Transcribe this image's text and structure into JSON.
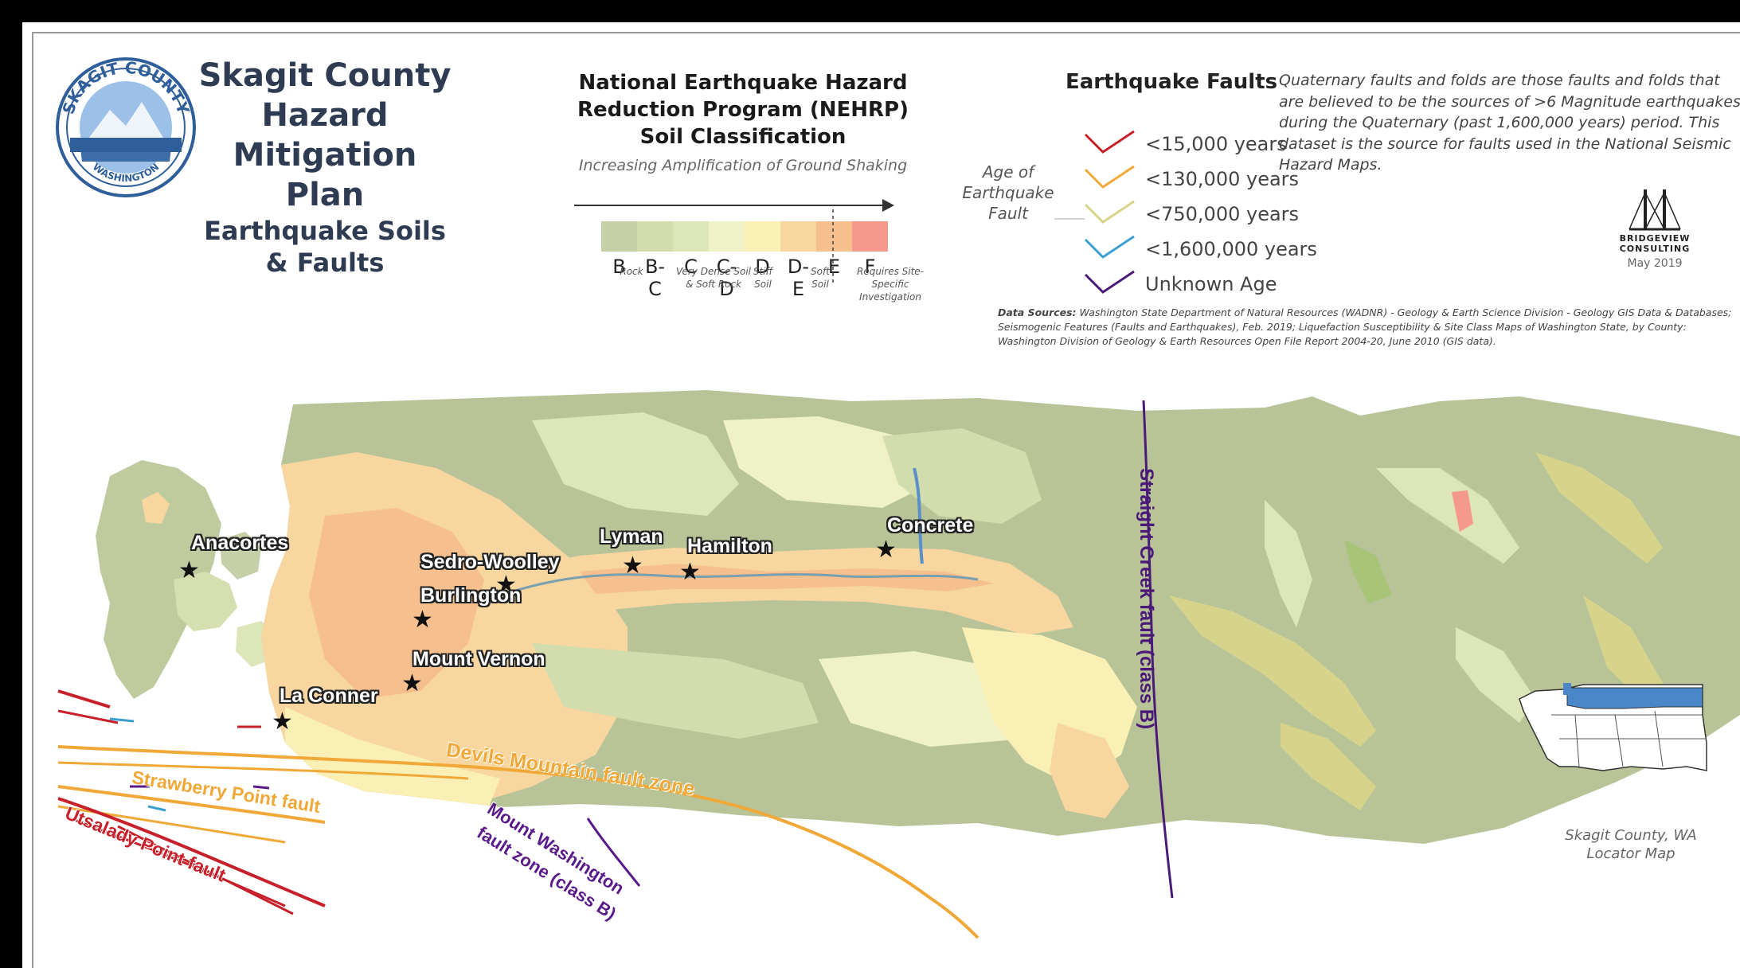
{
  "title": {
    "line1": "Skagit County",
    "line2": "Hazard Mitigation Plan",
    "line3": "Earthquake Soils & Faults"
  },
  "seal": {
    "text": "SKAGIT COUNTY",
    "bottom_text": "WASHINGTON"
  },
  "nehrp": {
    "heading1": "National Earthquake Hazard",
    "heading2": "Reduction Program (NEHRP)",
    "heading3": "Soil Classification",
    "subtitle": "Increasing Amplification of Ground Shaking",
    "classes": [
      {
        "label": "B",
        "color": "#c6d0a8"
      },
      {
        "label": "B-C",
        "color": "#d2dcac"
      },
      {
        "label": "C",
        "color": "#dde6b8"
      },
      {
        "label": "C-D",
        "color": "#eef2c6"
      },
      {
        "label": "D",
        "color": "#faefb5"
      },
      {
        "label": "D-E",
        "color": "#f7d6a0"
      },
      {
        "label": "E",
        "color": "#f5bf8e"
      },
      {
        "label": "F",
        "color": "#f59a8a"
      }
    ],
    "descriptions": {
      "rock": "Rock",
      "very_dense_soil": "Very Dense Soil & Soft Rock",
      "stiff_soil": "Stiff Soil",
      "soft_soil": "Soft Soil",
      "requires": "Requires Site-Specific Investigation"
    }
  },
  "faults_legend": {
    "title": "Earthquake Faults",
    "age_label": "Age of Earthquake Fault",
    "items": [
      {
        "label": "<15,000 years",
        "color": "#c8202a"
      },
      {
        "label": "<130,000 years",
        "color": "#f0a838"
      },
      {
        "label": "<750,000 years",
        "color": "#d6d48a"
      },
      {
        "label": "<1,600,000 years",
        "color": "#3a9fd0"
      },
      {
        "label": "Unknown Age",
        "color": "#4a1a78"
      }
    ]
  },
  "quaternary_note": "Quaternary faults and folds are those faults and folds that are believed to be the sources of >6 Magnitude earthquakes during the Quaternary (past 1,600,000 years) period. This dataset is the source for faults used in the National Seismic Hazard Maps.",
  "consultant": {
    "name_line1": "BRIDGEVIEW",
    "name_line2": "CONSULTING",
    "date": "May 2019"
  },
  "data_sources": {
    "label": "Data Sources:",
    "text": "Washington State Department of Natural Resources (WADNR) - Geology & Earth Science Division - Geology GIS Data & Databases; Seismogenic Features (Faults and Earthquakes), Feb. 2019; Liquefaction Susceptibility & Site Class Maps of Washington State, by County: Washington Division of Geology & Earth Resources Open File Report 2004-20, June 2010 (GIS data)."
  },
  "towns": [
    {
      "name": "Anacortes"
    },
    {
      "name": "Sedro-Woolley"
    },
    {
      "name": "Burlington"
    },
    {
      "name": "Mount Vernon"
    },
    {
      "name": "La Conner"
    },
    {
      "name": "Lyman"
    },
    {
      "name": "Hamilton"
    },
    {
      "name": "Concrete"
    }
  ],
  "fault_labels": {
    "straight_creek": "Straight Creek fault (class B)",
    "devils_mountain": "Devils Mountain fault zone",
    "strawberry_point": "Strawberry Point fault",
    "utsalady_point": "Utsalady Point fault",
    "mount_washington_1": "Mount Washington",
    "mount_washington_2": "fault zone (class B)"
  },
  "locator": {
    "caption": "Skagit County, WA Locator Map",
    "highlight_color": "#4a86c8"
  },
  "colors": {
    "title": "#2f3b52",
    "straight_creek": "#4a1a78",
    "devils_mountain": "#f0a838",
    "strawberry": "#f0a838",
    "utsalady": "#c8202a",
    "mount_washington": "#5a1a8a"
  }
}
